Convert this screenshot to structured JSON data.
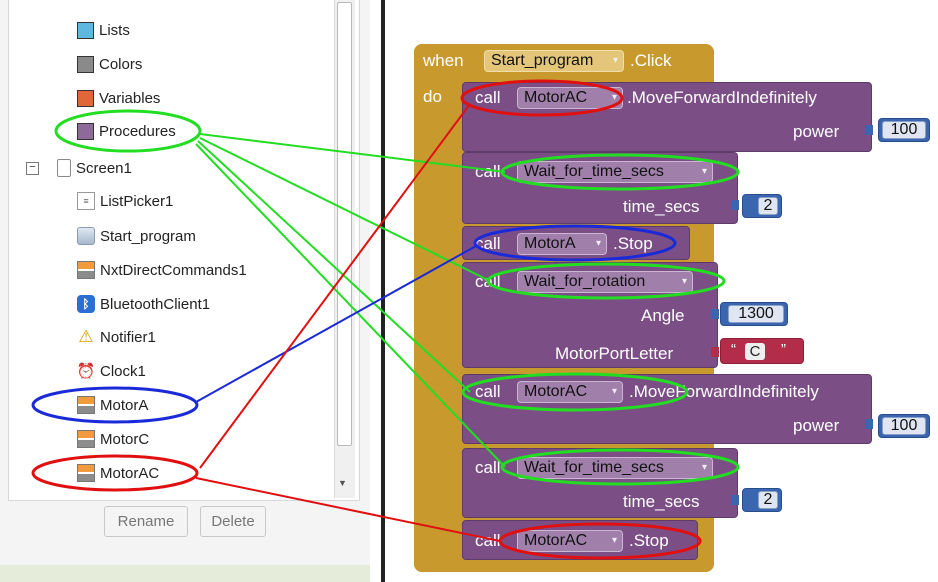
{
  "tree": {
    "categories": [
      {
        "label": "Lists",
        "color": "#5fb9df",
        "icon": "lists-swatch-icon"
      },
      {
        "label": "Colors",
        "color": "#8a8a8a",
        "icon": "colors-swatch-icon"
      },
      {
        "label": "Variables",
        "color": "#e0673a",
        "icon": "variables-swatch-icon"
      },
      {
        "label": "Procedures",
        "color": "#8e6a9a",
        "icon": "procedures-swatch-icon"
      }
    ],
    "collapse_symbol": "⊟",
    "screen": {
      "label": "Screen1",
      "icon": "screen-icon"
    },
    "components": [
      {
        "label": "ListPicker1",
        "icon": "list-picker-icon"
      },
      {
        "label": "Start_program",
        "icon": "button-icon"
      },
      {
        "label": "NxtDirectCommands1",
        "icon": "nxt-icon"
      },
      {
        "label": "BluetoothClient1",
        "icon": "bluetooth-icon"
      },
      {
        "label": "Notifier1",
        "icon": "warning-icon"
      },
      {
        "label": "Clock1",
        "icon": "clock-icon"
      },
      {
        "label": "MotorA",
        "icon": "nxt-icon"
      },
      {
        "label": "MotorC",
        "icon": "nxt-icon"
      },
      {
        "label": "MotorAC",
        "icon": "nxt-icon"
      }
    ]
  },
  "buttons": {
    "rename": "Rename",
    "delete": "Delete"
  },
  "event": {
    "when": "when",
    "component": "Start_program",
    "event_name": ".Click",
    "do": "do"
  },
  "blocks": [
    {
      "call": "call",
      "component": "MotorAC",
      "method": ".MoveForwardIndefinitely",
      "param": "power",
      "value": "100"
    },
    {
      "call": "call",
      "procedure": "Wait_for_time_secs",
      "param": "time_secs",
      "value": "2"
    },
    {
      "call": "call",
      "component": "MotorA",
      "method": ".Stop"
    },
    {
      "call": "call",
      "procedure": "Wait_for_rotation",
      "param1": "Angle",
      "value1": "1300",
      "param2": "MotorPortLetter",
      "value2": "C",
      "quote_open": "“",
      "quote_close": "”"
    },
    {
      "call": "call",
      "component": "MotorAC",
      "method": ".MoveForwardIndefinitely",
      "param": "power",
      "value": "100"
    },
    {
      "call": "call",
      "procedure": "Wait_for_time_secs",
      "param": "time_secs",
      "value": "2"
    },
    {
      "call": "call",
      "component": "MotorAC",
      "method": ".Stop"
    }
  ],
  "colors": {
    "event_block": "#c89a2e",
    "procedure_block": "#7b4f86",
    "number_block": "#3a66b0",
    "text_block": "#b32d4b",
    "annotation_green": "#22dd22",
    "annotation_red": "#e01010",
    "annotation_blue": "#1a2ad8"
  },
  "dropdown_arrow": "▾"
}
